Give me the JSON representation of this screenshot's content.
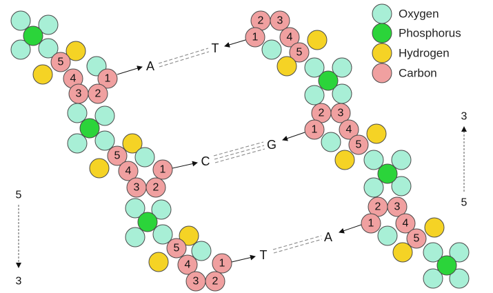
{
  "legend": {
    "items": [
      {
        "label": "Oxygen",
        "color": "#a8efd6"
      },
      {
        "label": "Phosphorus",
        "color": "#2bd43a"
      },
      {
        "label": "Hydrogen",
        "color": "#f5d325"
      },
      {
        "label": "Carbon",
        "color": "#f0a0a0"
      }
    ]
  },
  "carbon_numbers": [
    "1",
    "2",
    "3",
    "4",
    "5"
  ],
  "pairs": [
    {
      "left": "A",
      "right": "T"
    },
    {
      "left": "C",
      "right": "G"
    },
    {
      "left": "T",
      "right": "A"
    }
  ],
  "direction": {
    "left_top": "5",
    "left_bottom": "3",
    "right_top": "3",
    "right_bottom": "5"
  },
  "colors": {
    "oxygen": "#a8efd6",
    "phosphorus": "#2bd43a",
    "hydrogen": "#f5d325",
    "carbon": "#f0a0a0"
  }
}
